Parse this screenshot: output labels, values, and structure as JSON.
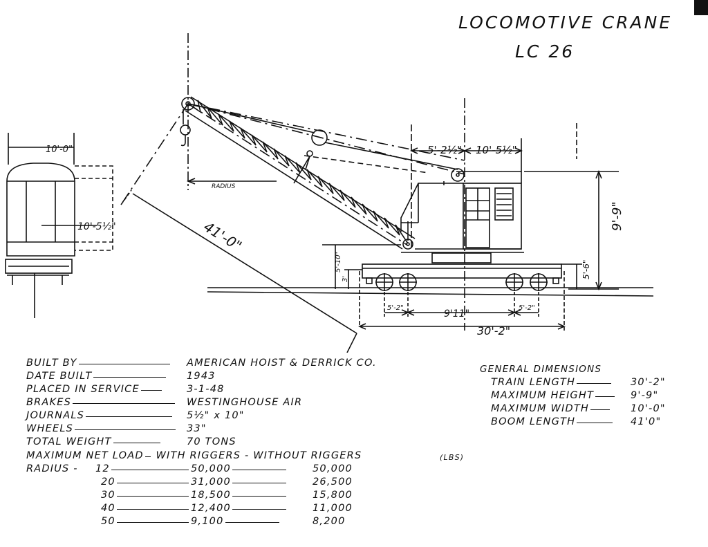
{
  "title": {
    "line1": "LOCOMOTIVE CRANE",
    "line2": "LC 26"
  },
  "drawing_labels": {
    "end_width": "10'-0\"",
    "end_inner": "10'-5½\"",
    "radius": "RADIUS",
    "boom_len": "41'-0\"",
    "cab_offset": "5'-2½\"",
    "cab_len": "10'-5½\"",
    "height": "9'-9\"",
    "deck_h": "5'-10\"",
    "axle_h": "3'",
    "body_h": "5'-6\"",
    "truck_l": "5'-2\"",
    "truck_c": "9'11\"",
    "truck_r": "5'-2\"",
    "overall": "30'-2\""
  },
  "specs": [
    {
      "label": "BUILT BY",
      "value": "AMERICAN HOIST & DERRICK CO."
    },
    {
      "label": "DATE BUILT",
      "value": "1943"
    },
    {
      "label": "PLACED IN SERVICE",
      "value": "3-1-48"
    },
    {
      "label": "BRAKES",
      "value": "WESTINGHOUSE AIR"
    },
    {
      "label": "JOURNALS",
      "value": "5½\" x 10\""
    },
    {
      "label": "WHEELS",
      "value": "33\""
    },
    {
      "label": "TOTAL WEIGHT",
      "value": "70 TONS"
    }
  ],
  "load_header": {
    "label": "MAXIMUM NET LOAD",
    "with": "WITH RIGGERS",
    "sep": "-",
    "without": "WITHOUT RIGGERS",
    "units": "(LBS)"
  },
  "radius_label": "RADIUS -",
  "load_rows": [
    {
      "radius": "12",
      "with": "50,000",
      "without": "50,000"
    },
    {
      "radius": "20",
      "with": "31,000",
      "without": "26,500"
    },
    {
      "radius": "30",
      "with": "18,500",
      "without": "15,800"
    },
    {
      "radius": "40",
      "with": "12,400",
      "without": "11,000"
    },
    {
      "radius": "50",
      "with": "9,100",
      "without": "8,200"
    }
  ],
  "general": {
    "heading": "GENERAL DIMENSIONS",
    "rows": [
      {
        "label": "TRAIN LENGTH",
        "value": "30'-2\""
      },
      {
        "label": "MAXIMUM HEIGHT",
        "value": "9'-9\""
      },
      {
        "label": "MAXIMUM WIDTH",
        "value": "10'-0\""
      },
      {
        "label": "BOOM LENGTH",
        "value": "41'0\""
      }
    ]
  }
}
